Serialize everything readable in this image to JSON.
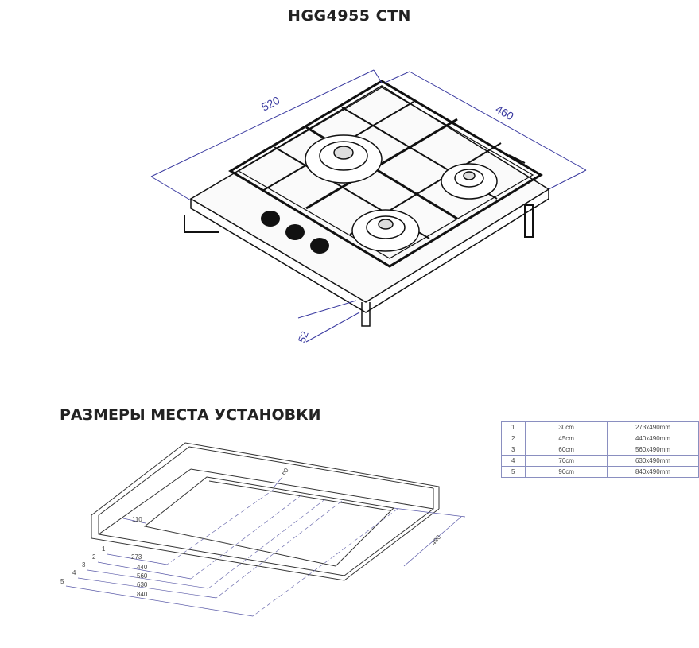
{
  "title": "HGG4955 CTN",
  "hob_dimensions": {
    "width": "520",
    "depth": "460",
    "height": "52"
  },
  "install_section": {
    "heading": "РАЗМЕРЫ МЕСТА УСТАНОВКИ",
    "dimensions": {
      "offset_side": "110",
      "offset_back": "60",
      "depth": "490"
    },
    "width_lines": [
      {
        "index": "1",
        "value": "273"
      },
      {
        "index": "2",
        "value": "440"
      },
      {
        "index": "3",
        "value": "560"
      },
      {
        "index": "4",
        "value": "630"
      },
      {
        "index": "5",
        "value": "840"
      }
    ],
    "table": [
      {
        "n": "1",
        "cabinet": "30cm",
        "cutout": "273x490mm"
      },
      {
        "n": "2",
        "cabinet": "45cm",
        "cutout": "440x490mm"
      },
      {
        "n": "3",
        "cabinet": "60cm",
        "cutout": "560x490mm"
      },
      {
        "n": "4",
        "cabinet": "70cm",
        "cutout": "630x490mm"
      },
      {
        "n": "5",
        "cabinet": "90cm",
        "cutout": "840x490mm"
      }
    ]
  }
}
